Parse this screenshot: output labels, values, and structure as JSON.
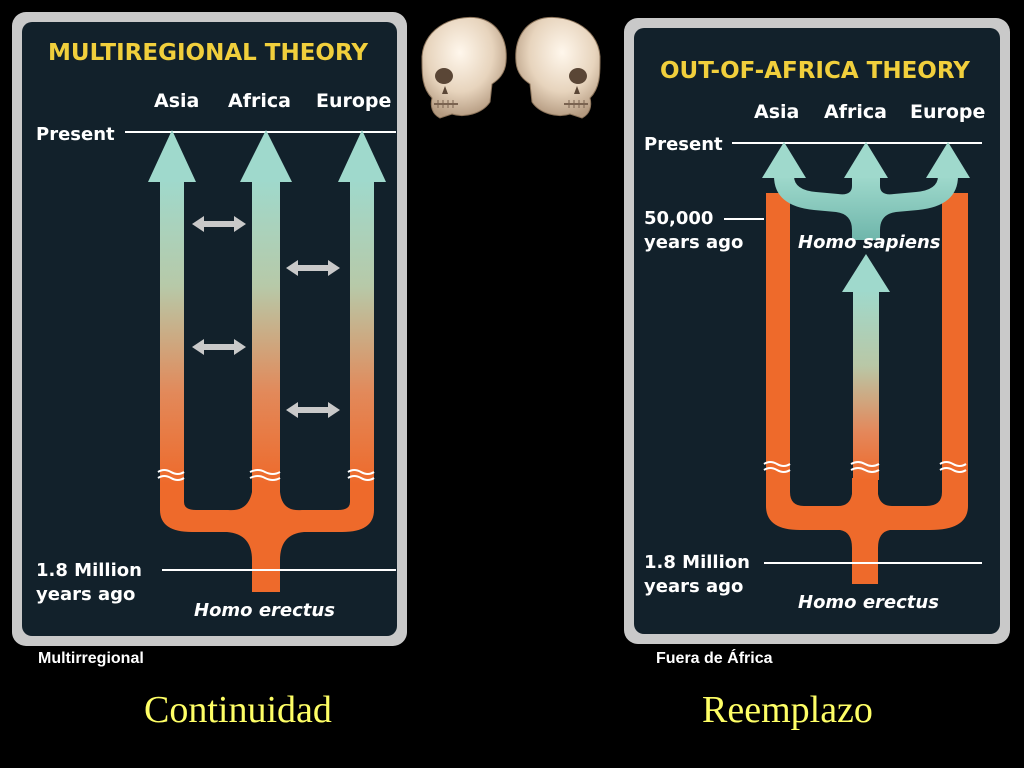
{
  "multiregional": {
    "title": "MULTIREGIONAL THEORY",
    "regions": [
      "Asia",
      "Africa",
      "Europe"
    ],
    "present_label": "Present",
    "start_label_line1": "1.8 Million",
    "start_label_line2": "years ago",
    "species_label": "Homo erectus",
    "caption": "Multirregional",
    "concept": "Continuidad"
  },
  "out_of_africa": {
    "title": "OUT-OF-AFRICA THEORY",
    "regions": [
      "Asia",
      "Africa",
      "Europe"
    ],
    "present_label": "Present",
    "mid_label_line1": "50,000",
    "mid_label_line2": "years ago",
    "mid_species_label": "Homo sapiens",
    "start_label_line1": "1.8 Million",
    "start_label_line2": "years ago",
    "species_label": "Homo erectus",
    "caption": "Fuera de África",
    "concept": "Reemplazo"
  },
  "colors": {
    "background": "#000000",
    "panel_dark": "#12212b",
    "title": "#f1cf3c",
    "orange": "#ee6a2b",
    "teal": "#9fd9cc",
    "concept_text": "#ffff66"
  },
  "icons": [
    "skull-icon-left",
    "skull-icon-right"
  ]
}
